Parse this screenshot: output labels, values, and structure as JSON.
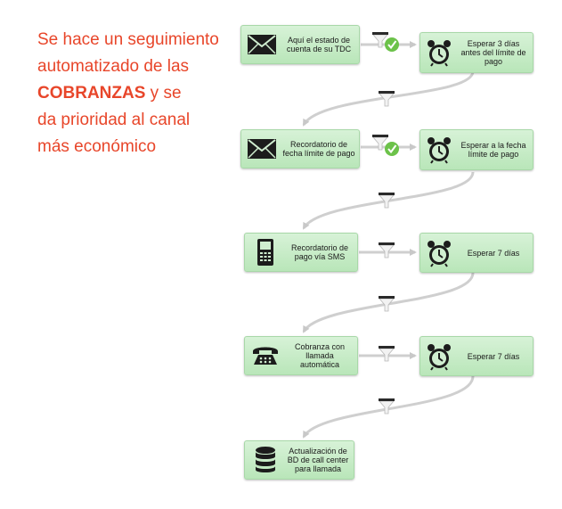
{
  "headline": {
    "line1": "Se hace un seguimiento",
    "line2": "automatizado de las",
    "line3_bold": "COBRANZAS",
    "line3_rest": " y se",
    "line4": "da prioridad al canal",
    "line5": "más económico"
  },
  "steps": {
    "email_statement": "Aquí el estado de cuenta de su TDC",
    "wait_3_days": "Esperar 3 días antes del límite de pago",
    "email_reminder": "Recordatorio de fecha límite de pago",
    "wait_due_date": "Esperar a la fecha límite de pago",
    "sms_reminder": "Recordatorio de pago vía SMS",
    "wait_7_days_a": "Esperar 7 días",
    "auto_call": "Cobranza con llamada automática",
    "wait_7_days_b": "Esperar 7 días",
    "db_update": "Actualización de BD de call center para llamada"
  },
  "icons": {
    "email": "envelope-icon",
    "wait": "alarm-clock-icon",
    "sms": "mobile-phone-icon",
    "call": "telephone-icon",
    "database": "database-icon",
    "check": "check-icon",
    "funnel": "funnel-icon"
  },
  "colors": {
    "headline": "#e8462a",
    "node_fill": "#c6ecc6",
    "check": "#6cc24a",
    "connector": "#cccccc"
  }
}
